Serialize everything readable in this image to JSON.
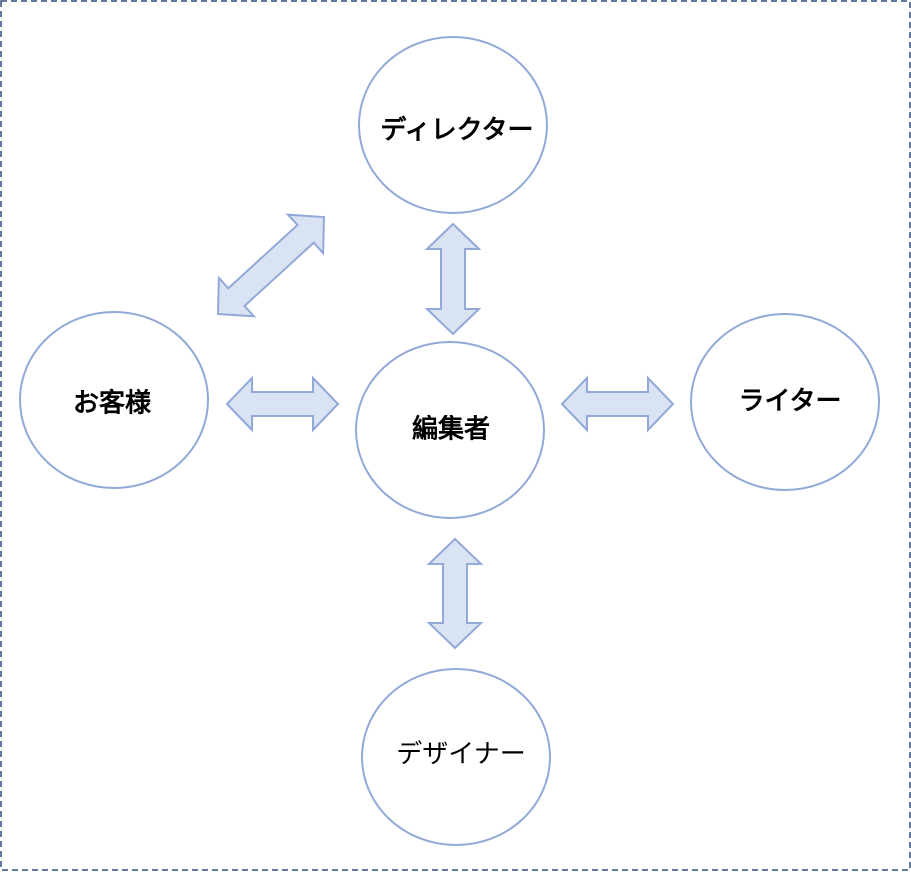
{
  "diagram": {
    "nodes": {
      "director": {
        "label": "ディレクター"
      },
      "customer": {
        "label": "お客様"
      },
      "editor": {
        "label": "編集者"
      },
      "writer": {
        "label": "ライター"
      },
      "designer": {
        "label": "デザイナー"
      }
    },
    "edges": [
      {
        "from": "customer",
        "to": "director",
        "type": "bidirectional"
      },
      {
        "from": "director",
        "to": "editor",
        "type": "bidirectional"
      },
      {
        "from": "customer",
        "to": "editor",
        "type": "bidirectional"
      },
      {
        "from": "editor",
        "to": "writer",
        "type": "bidirectional"
      },
      {
        "from": "editor",
        "to": "designer",
        "type": "bidirectional"
      }
    ],
    "colors": {
      "node_stroke": "#92a9d8",
      "arrow_fill": "#dae3f3",
      "frame": "#2f4f7f"
    }
  }
}
